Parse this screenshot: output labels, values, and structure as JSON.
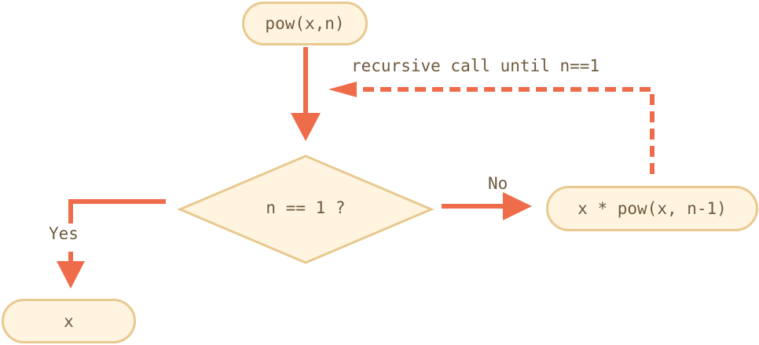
{
  "nodes": {
    "start": "pow(x,n)",
    "decision": "n == 1 ?",
    "recurse": "x * pow(x, n-1)",
    "result": "x"
  },
  "edges": {
    "recursive_label": "recursive call until n==1",
    "no_label": "No",
    "yes_label": "Yes"
  },
  "colors": {
    "arrow": "#ef6c4b",
    "node_fill": "#fff4e0",
    "node_border": "#e8c98f",
    "text": "#6e5a3f"
  }
}
